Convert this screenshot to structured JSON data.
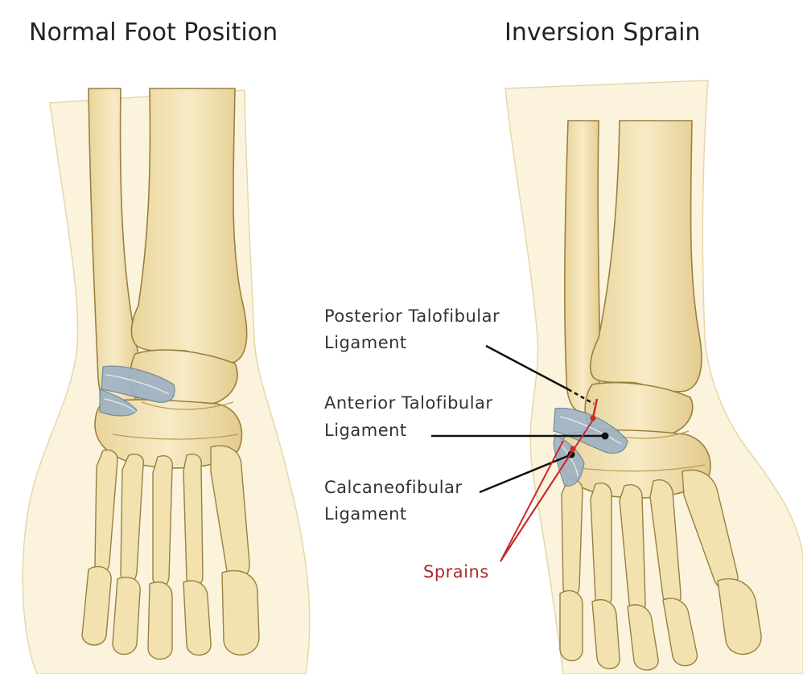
{
  "panels": {
    "left_title": "Normal Foot Position",
    "right_title": "Inversion Sprain"
  },
  "labels": {
    "posterior_line1": "Posterior Talofibular",
    "posterior_line2": "Ligament",
    "anterior_line1": "Anterior Talofibular",
    "anterior_line2": "Ligament",
    "calcaneo_line1": "Calcaneofibular",
    "calcaneo_line2": "Ligament",
    "sprains": "Sprains"
  },
  "colors": {
    "bone": "#f2e2b0",
    "ligament": "#9fb3c4",
    "sprain_red": "#b02a2a",
    "leader": "#111111"
  }
}
